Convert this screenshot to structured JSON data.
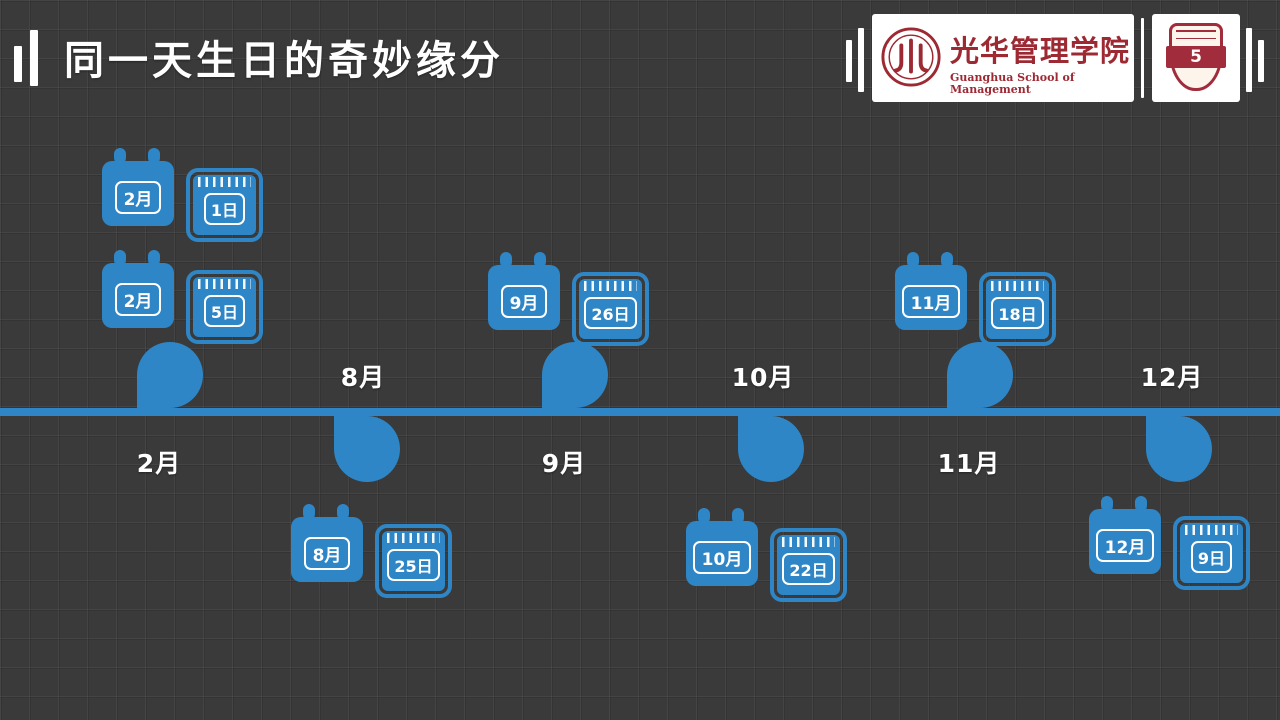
{
  "slide": {
    "title": "同一天生日的奇妙缘分"
  },
  "header": {
    "guanghua_logo": {
      "name_cn": "光华管理学院",
      "name_en": "Guanghua School of Management"
    },
    "anniversary_badge": "5"
  },
  "timeline": {
    "above_labels": [
      "8月",
      "10月",
      "12月"
    ],
    "below_labels": [
      "2月",
      "9月",
      "11月"
    ]
  },
  "pairs": [
    {
      "month": "2月",
      "day": "1日"
    },
    {
      "month": "2月",
      "day": "5日"
    },
    {
      "month": "9月",
      "day": "26日"
    },
    {
      "month": "11月",
      "day": "18日"
    },
    {
      "month": "8月",
      "day": "25日"
    },
    {
      "month": "10月",
      "day": "22日"
    },
    {
      "month": "12月",
      "day": "9日"
    }
  ],
  "colors": {
    "background": "#3a3a3a",
    "accent_blue": "#2e86c7",
    "logo_red": "#9d2933",
    "text_white": "#ffffff"
  }
}
